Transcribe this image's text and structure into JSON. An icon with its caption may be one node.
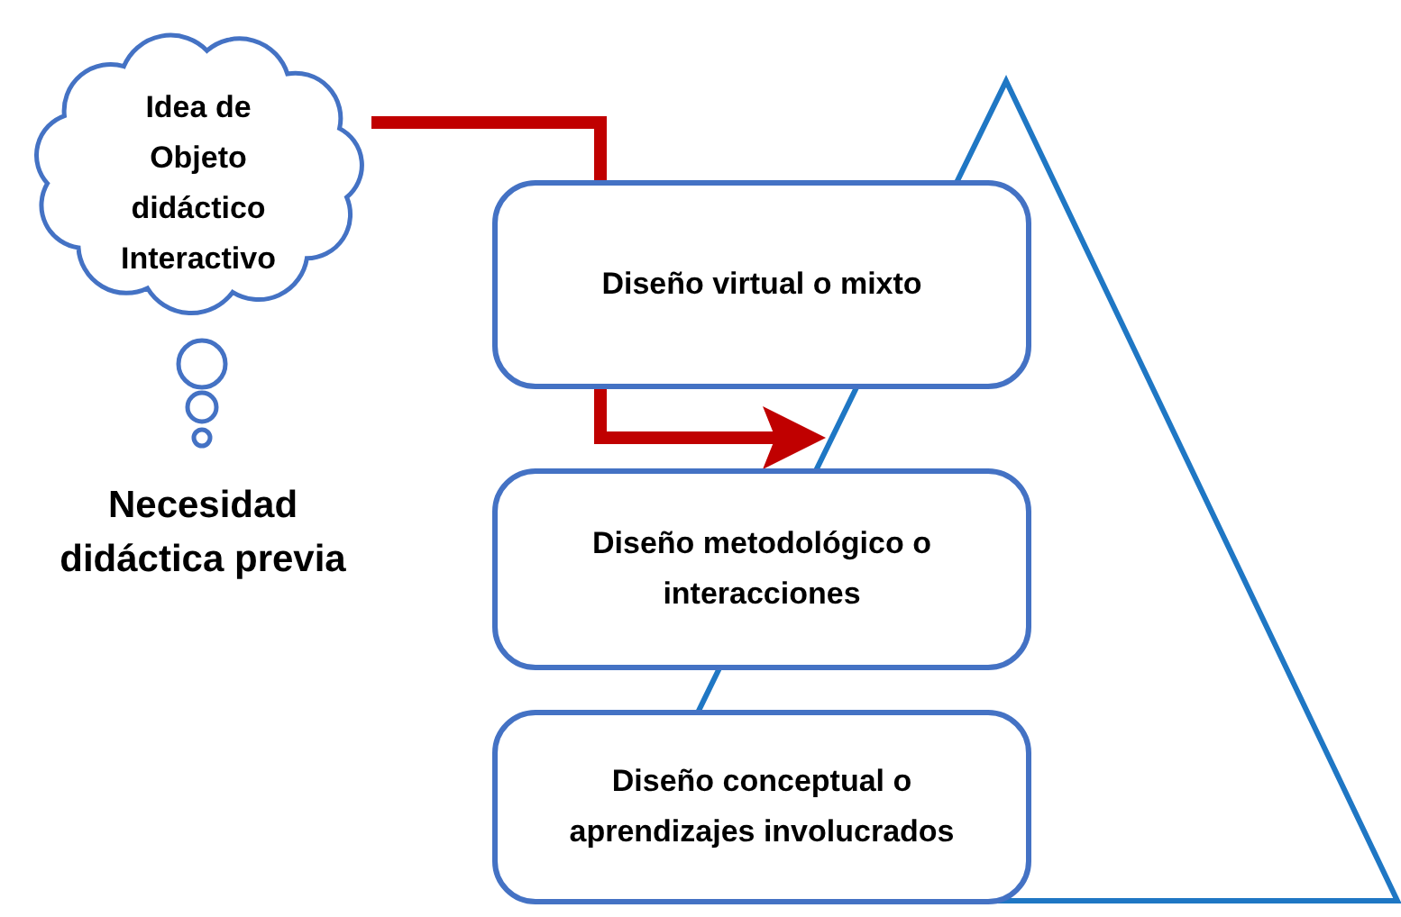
{
  "diagram": {
    "nodes": [
      {
        "text": [
          "Idea de Objeto didáctico Interactivo"
        ]
      },
      {
        "text": [
          "Diseño virtual o mixto"
        ]
      },
      {
        "text": [
          "Diseño metodológico o interacciones"
        ]
      },
      {
        "text": [
          "Diseño conceptual o aprendizajes involucrados"
        ]
      }
    ],
    "edges": [
      {
        "from": 0,
        "to": 1,
        "arrow": "none"
      },
      {
        "from": 1,
        "to": 2,
        "arrow": "to"
      }
    ],
    "labels": [
      "Necesidad didáctica previa"
    ]
  }
}
